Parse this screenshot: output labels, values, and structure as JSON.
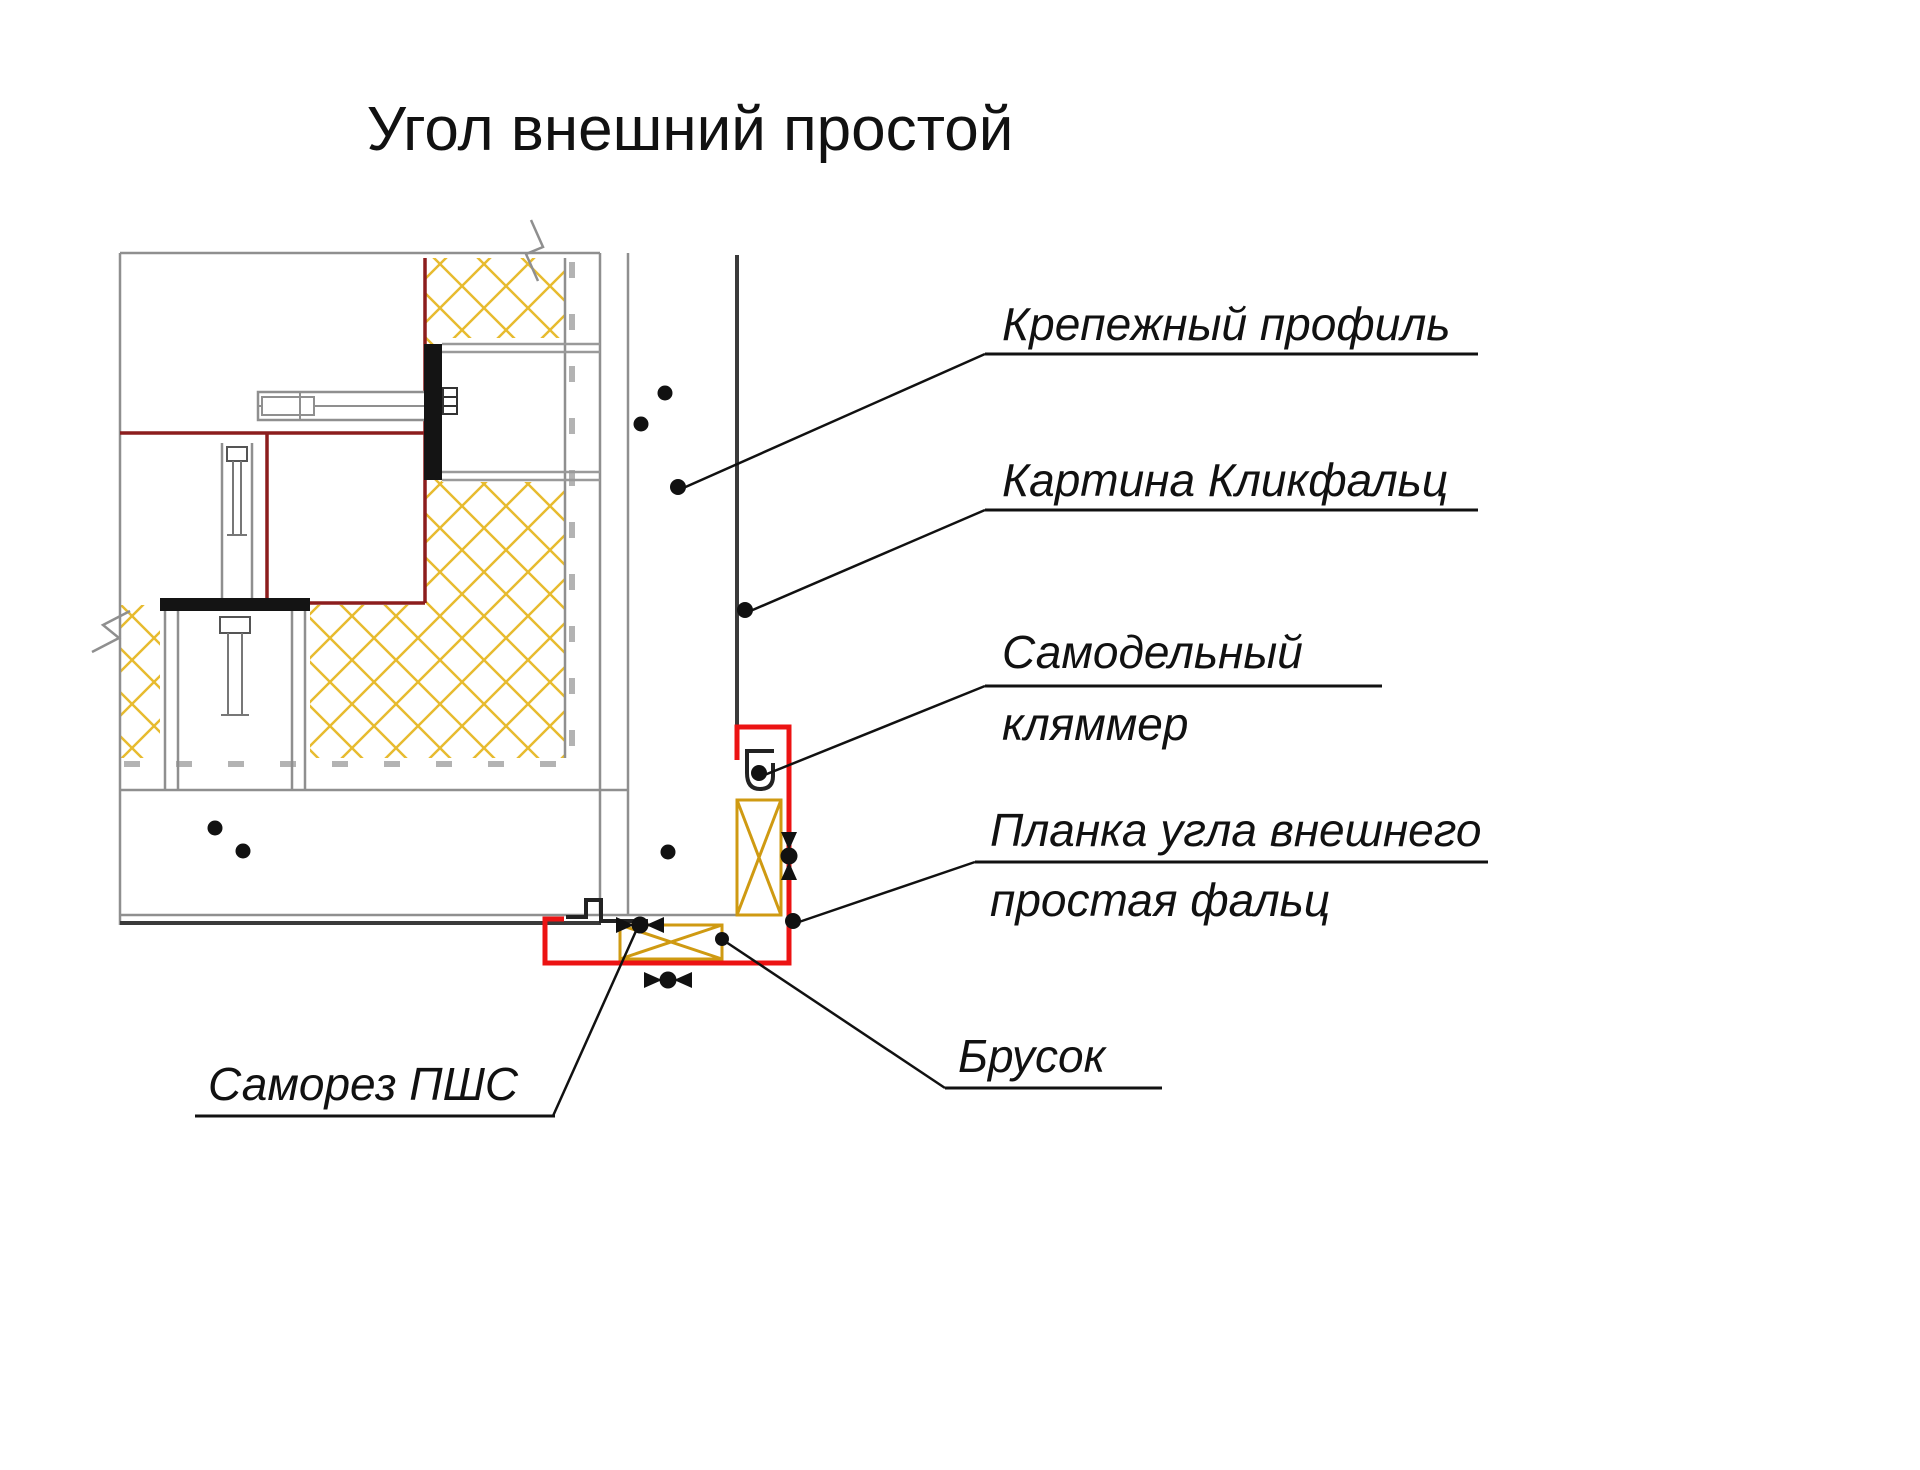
{
  "title": "Угол внешний простой",
  "labels": {
    "fastening_profile": "Крепежный профиль",
    "clickfalz_panel": "Картина Кликфальц",
    "clamp_line1": "Самодельный",
    "clamp_line2": "кляммер",
    "corner_strip_line1": "Планка угла внешнего",
    "corner_strip_line2": "простая фальц",
    "wood_block": "Брусок",
    "screw": "Саморез ПШС"
  },
  "colors": {
    "flashing_red": "#ec1313",
    "vapor_barrier_red": "#8c1d1d",
    "insulation_yellow": "#e7bb2f",
    "wood_outline": "#cf9a12",
    "structure_gray": "#8f8f8f",
    "panel_dark": "#3a3a3a",
    "ink_black": "#111111"
  }
}
